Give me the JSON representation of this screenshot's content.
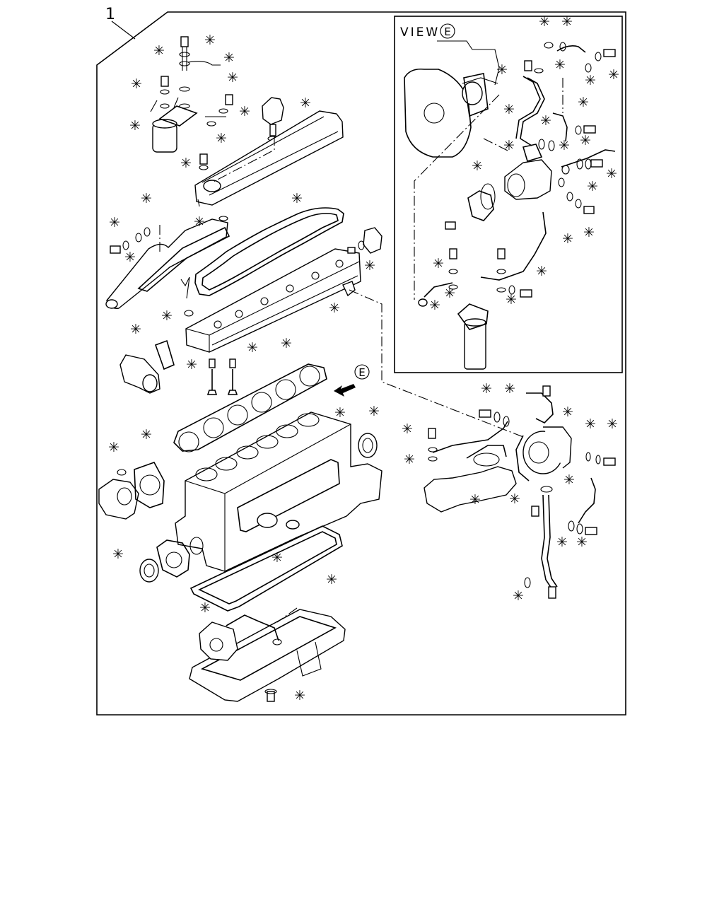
{
  "diagram": {
    "item_number": "1",
    "view_label": "VIEW",
    "view_letter": "E",
    "arrow_letter": "E",
    "marker_symbol": "✳",
    "colors": {
      "ink": "#000000",
      "paper": "#ffffff"
    }
  }
}
